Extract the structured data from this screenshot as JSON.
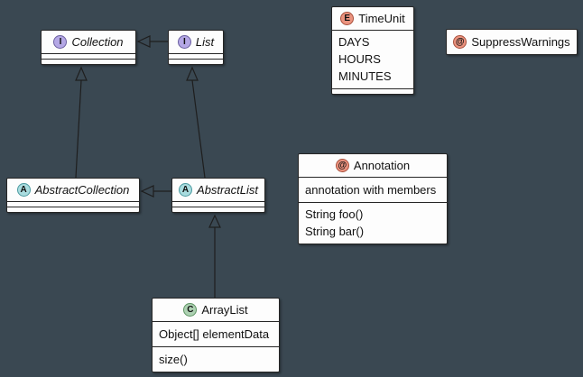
{
  "colors": {
    "background": "#3a4852",
    "box_fill": "#fdfdfd",
    "box_border": "#262626",
    "interface_spot": "#B4A7E5",
    "abstract_spot": "#A9DCDF",
    "class_spot": "#ADD1B2",
    "enum_spot": "#EB937F",
    "annotation_spot": "#EB937F",
    "edge": "#1e1e1e"
  },
  "nodes": {
    "collection": {
      "spot": "I",
      "name": "Collection"
    },
    "list": {
      "spot": "I",
      "name": "List"
    },
    "timeunit": {
      "spot": "E",
      "name": "TimeUnit",
      "values": [
        "DAYS",
        "HOURS",
        "MINUTES"
      ]
    },
    "suppresswarnings": {
      "spot": "@",
      "name": "SuppressWarnings"
    },
    "abstractcollection": {
      "spot": "A",
      "name": "AbstractCollection"
    },
    "abstractlist": {
      "spot": "A",
      "name": "AbstractList"
    },
    "annotation": {
      "spot": "@",
      "name": "Annotation",
      "member_note": "annotation with members",
      "methods": [
        "String foo()",
        "String bar()"
      ]
    },
    "arraylist": {
      "spot": "C",
      "name": "ArrayList",
      "fields": [
        "Object[] elementData"
      ],
      "methods": [
        "size()"
      ]
    }
  },
  "edges": {
    "list_extends_collection": "List --|> Collection",
    "abstractcollection_implements_collection": "AbstractCollection --|> Collection",
    "abstractlist_implements_list": "AbstractList --|> List",
    "abstractlist_extends_abstractcollection": "AbstractList --|> AbstractCollection",
    "arraylist_extends_abstractlist": "ArrayList --|> AbstractList"
  }
}
